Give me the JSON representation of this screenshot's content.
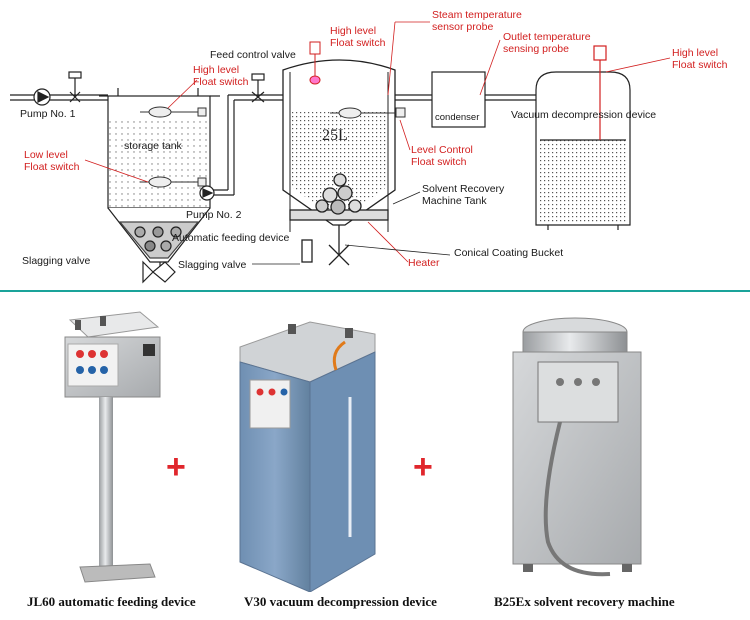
{
  "diagram": {
    "labels": {
      "pump1": "Pump No. 1",
      "feed_valve": "Feed control valve",
      "high_level_1a": "High level",
      "high_level_1b": "Float switch",
      "high_level_2a": "High level",
      "high_level_2b": "Float switch",
      "steam_a": "Steam temperature",
      "steam_b": "sensor probe",
      "outlet_a": "Outlet temperature",
      "outlet_b": "sensing probe",
      "high_level_3a": "High level",
      "high_level_3b": "Float switch",
      "storage": "storage tank",
      "low_level_a": "Low level",
      "low_level_b": "Float switch",
      "pump2": "Pump No. 2",
      "auto_feed": "Automatic feeding device",
      "slag1": "Slagging valve",
      "slag2": "Slagging valve",
      "volume": "25L",
      "condenser": "condenser",
      "vacuum": "Vacuum decompression device",
      "level_ctrl_a": "Level Control",
      "level_ctrl_b": "Float switch",
      "recovery_a": "Solvent Recovery",
      "recovery_b": "Machine Tank",
      "heater": "Heater",
      "bucket": "Conical Coating Bucket"
    }
  },
  "products": {
    "plus": "+",
    "captions": [
      "JL60 automatic feeding device",
      "V30 vacuum decompression device",
      "B25Ex solvent recovery machine"
    ]
  },
  "colors": {
    "accent_line": "#1aa39a",
    "label_red": "#d21f1f",
    "plus_red": "#e0262c"
  }
}
